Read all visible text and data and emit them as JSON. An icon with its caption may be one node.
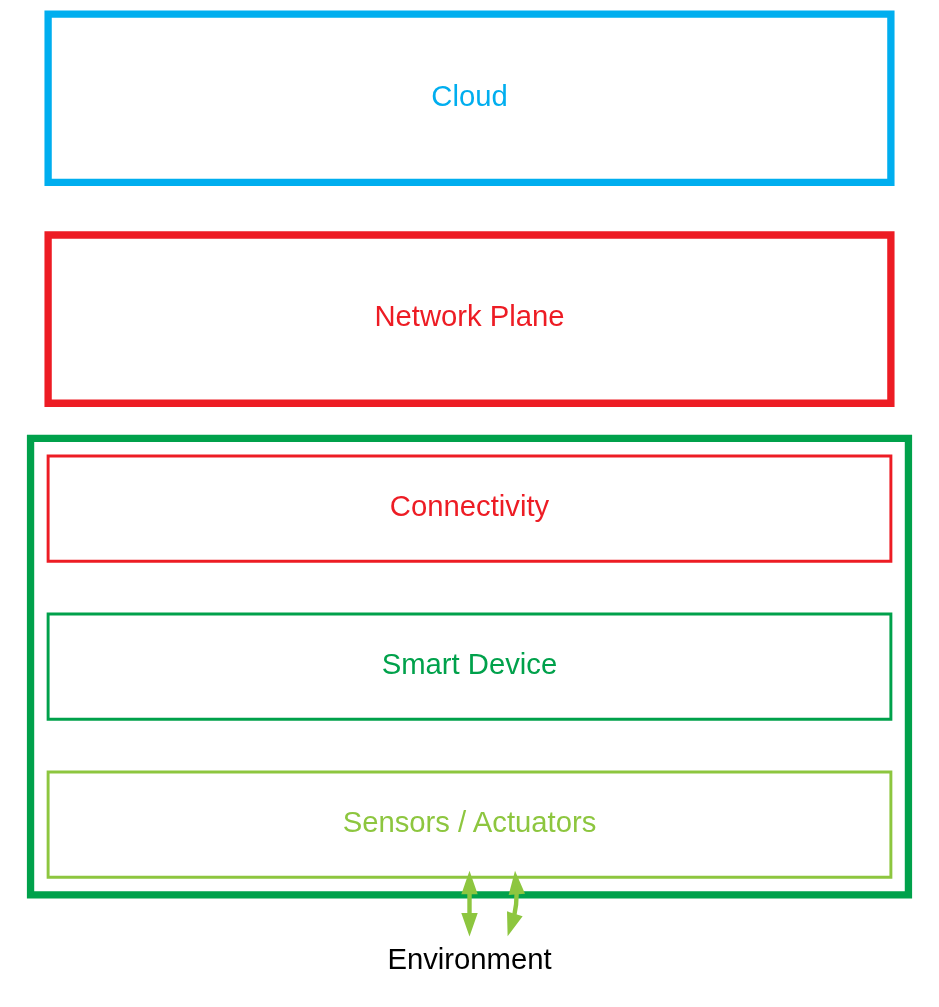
{
  "diagram": {
    "nodes": [
      {
        "text": [
          "Cloud"
        ]
      },
      {
        "text": [
          "Network Plane"
        ]
      },
      {
        "text": [],
        "shape": "box"
      },
      {
        "text": [
          "Connectivity"
        ],
        "in": 2
      },
      {
        "text": [
          "Smart Device"
        ],
        "in": 2
      },
      {
        "text": [
          "Sensors / Actuators"
        ],
        "in": 2
      },
      {
        "text": [
          "Environment"
        ]
      }
    ],
    "edges": [
      {
        "from": 5,
        "to": 6,
        "arrow": "both"
      },
      {
        "from": 5,
        "to": 6,
        "arrow": "both"
      }
    ]
  }
}
